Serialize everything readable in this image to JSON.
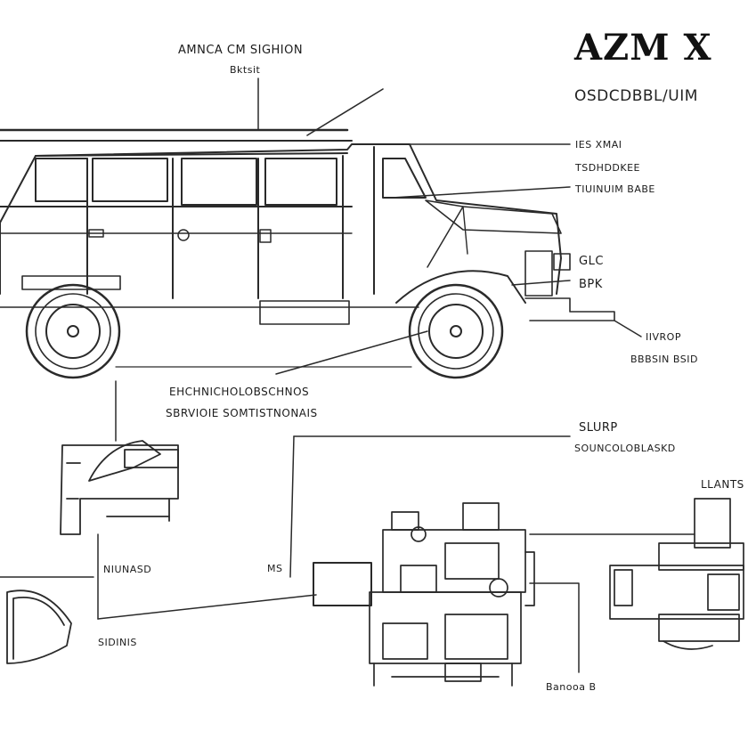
{
  "title": "AZM X",
  "subtitle": "OSDCDBBL/UIM",
  "labels": {
    "top_center_1": "AMNCA CM SIGHION",
    "top_center_2": "Bktsit",
    "right_1": "IES XMAI",
    "right_2": "TSDHDDKEE",
    "right_3": "TIUINUIM BABE",
    "right_4": "GLC",
    "right_5": "BPK",
    "right_6": "IIVROP",
    "right_7": "BBBSIN BSID",
    "middle_1": "EHCHNICHOLOBSCHNOS",
    "middle_2": "SBRVIOIE SOMTISTNONAIS",
    "mid_right_1": "SLURP",
    "mid_right_2": "SOUNCOLOBLASKD",
    "far_right_1": "LLANTS",
    "left_1": "NIUNASD",
    "left_2": "SIDINIS",
    "bottom_1": "MS",
    "bottom_2": "Banooa B"
  },
  "colors": {
    "ink": "#1a1a1a",
    "line": "#333333",
    "paper": "#ffffff"
  }
}
